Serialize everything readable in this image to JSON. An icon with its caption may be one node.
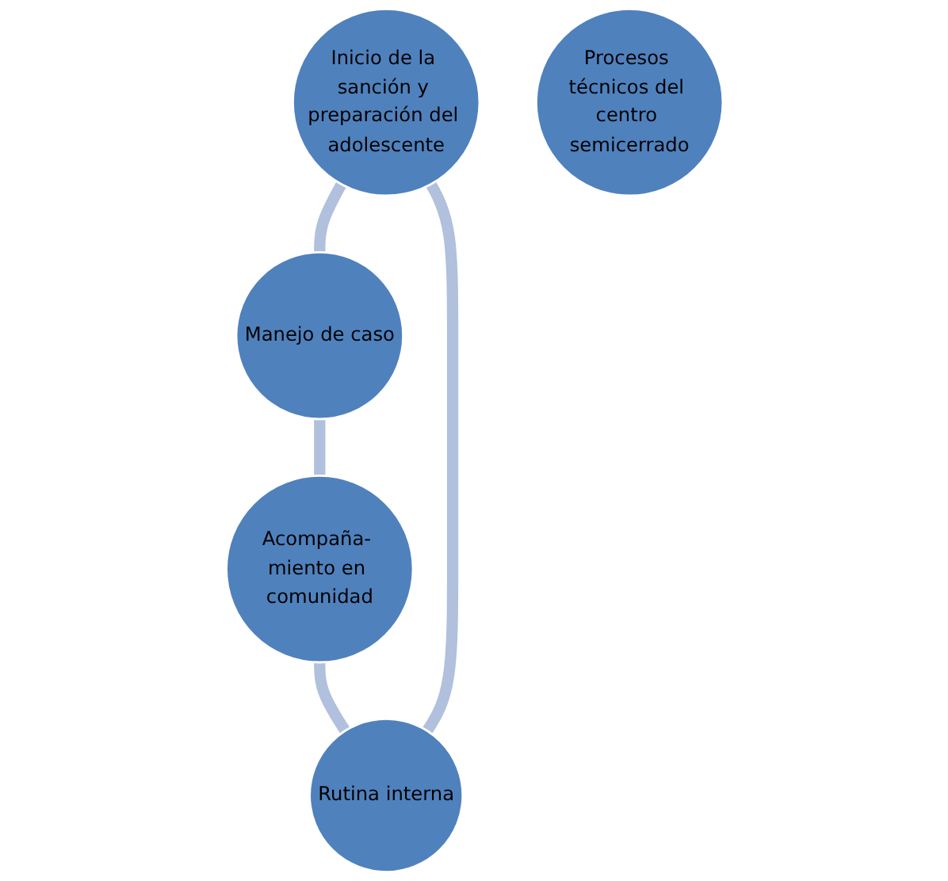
{
  "diagram": {
    "nodes": [
      {
        "text": [
          "Inicio de la sanción y preparación del adolescente"
        ]
      },
      {
        "text": [
          "Manejo de caso"
        ]
      },
      {
        "text": [
          "Acompaña- miento en comunidad"
        ]
      },
      {
        "text": [
          "Rutina interna"
        ]
      },
      {
        "text": [
          "Procesos técnicos del centro semicerrado"
        ]
      }
    ],
    "edges": [
      {
        "from": 0,
        "to": 1,
        "arrow": "none"
      },
      {
        "from": 1,
        "to": 2,
        "arrow": "none"
      },
      {
        "from": 2,
        "to": 3,
        "arrow": "none"
      },
      {
        "from": 3,
        "to": 0,
        "arrow": "none"
      }
    ]
  }
}
